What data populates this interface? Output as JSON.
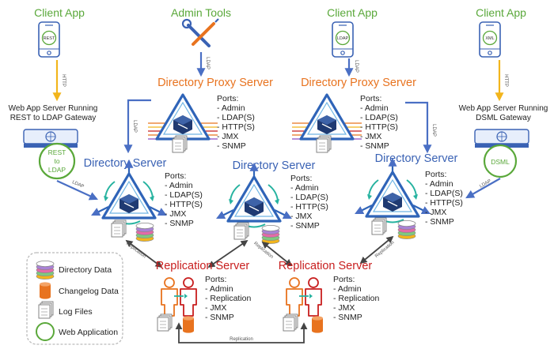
{
  "client_apps": [
    {
      "title": "Client App",
      "badge": "REST"
    },
    {
      "title": "Client App",
      "badge": "LDAP"
    },
    {
      "title": "Client App",
      "badge": "XML"
    }
  ],
  "admin_tools": {
    "title": "Admin Tools"
  },
  "gateways": [
    {
      "line1": "Web App Server Running",
      "line2": "REST to LDAP Gateway",
      "bubble": [
        "REST",
        "to",
        "LDAP"
      ]
    },
    {
      "line1": "Web App Server Running",
      "line2": "DSML Gateway",
      "bubble": [
        "DSML"
      ]
    }
  ],
  "proxy_servers": [
    {
      "title": "Directory Proxy Server",
      "ports": [
        "Ports:",
        "- Admin",
        "- LDAP(S)",
        "- HTTP(S)",
        "- JMX",
        "- SNMP"
      ]
    },
    {
      "title": "Directory Proxy Server",
      "ports": [
        "Ports:",
        "- Admin",
        "- LDAP(S)",
        "- HTTP(S)",
        "- JMX",
        "- SNMP"
      ]
    }
  ],
  "directory_servers": [
    {
      "title": "Directory Server",
      "ports": [
        "Ports:",
        "- Admin",
        "- LDAP(S)",
        "- HTTP(S)",
        "- JMX",
        "- SNMP"
      ]
    },
    {
      "title": "Directory Server",
      "ports": [
        "Ports:",
        "- Admin",
        "- LDAP(S)",
        "- HTTP(S)",
        "- JMX",
        "- SNMP"
      ]
    },
    {
      "title": "Directory Server",
      "ports": [
        "Ports:",
        "- Admin",
        "- LDAP(S)",
        "- HTTP(S)",
        "- JMX",
        "- SNMP"
      ]
    }
  ],
  "replication_servers": [
    {
      "title": "Replication Server",
      "ports": [
        "Ports:",
        "- Admin",
        "- Replication",
        "- JMX",
        "- SNMP"
      ]
    },
    {
      "title": "Replication Server",
      "ports": [
        "Ports:",
        "- Admin",
        "- Replication",
        "- JMX",
        "- SNMP"
      ]
    }
  ],
  "connections": {
    "http": "HTTP",
    "ldap": "LDAP",
    "replication": "Replication"
  },
  "legend": [
    {
      "label": "Directory Data",
      "icon": "disk-stack-icon"
    },
    {
      "label": "Changelog Data",
      "icon": "orange-cylinder-icon"
    },
    {
      "label": "Log Files",
      "icon": "log-files-icon"
    },
    {
      "label": "Web Application",
      "icon": "green-circle-icon"
    }
  ],
  "colors": {
    "green": "#5aa83a",
    "orange": "#e8731f",
    "blue": "#3a62b4",
    "red": "#c81e1e",
    "yellow_arrow": "#f2b51c",
    "arrow_blue": "#4a6fc4",
    "connector_gray": "#444444"
  }
}
